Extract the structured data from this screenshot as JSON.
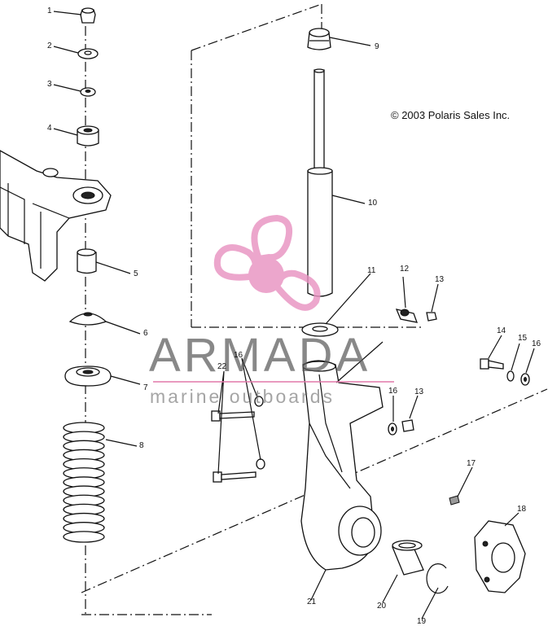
{
  "copyright": "© 2003 Polaris Sales Inc.",
  "watermark": {
    "brand": "ARMADA",
    "tagline": "marine outboards",
    "logo_color": "#e891c0"
  },
  "callouts": [
    "1",
    "2",
    "3",
    "4",
    "5",
    "6",
    "7",
    "8",
    "9",
    "10",
    "11",
    "12",
    "13",
    "13",
    "14",
    "15",
    "16",
    "16",
    "16",
    "17",
    "18",
    "19",
    "20",
    "21",
    "22"
  ]
}
